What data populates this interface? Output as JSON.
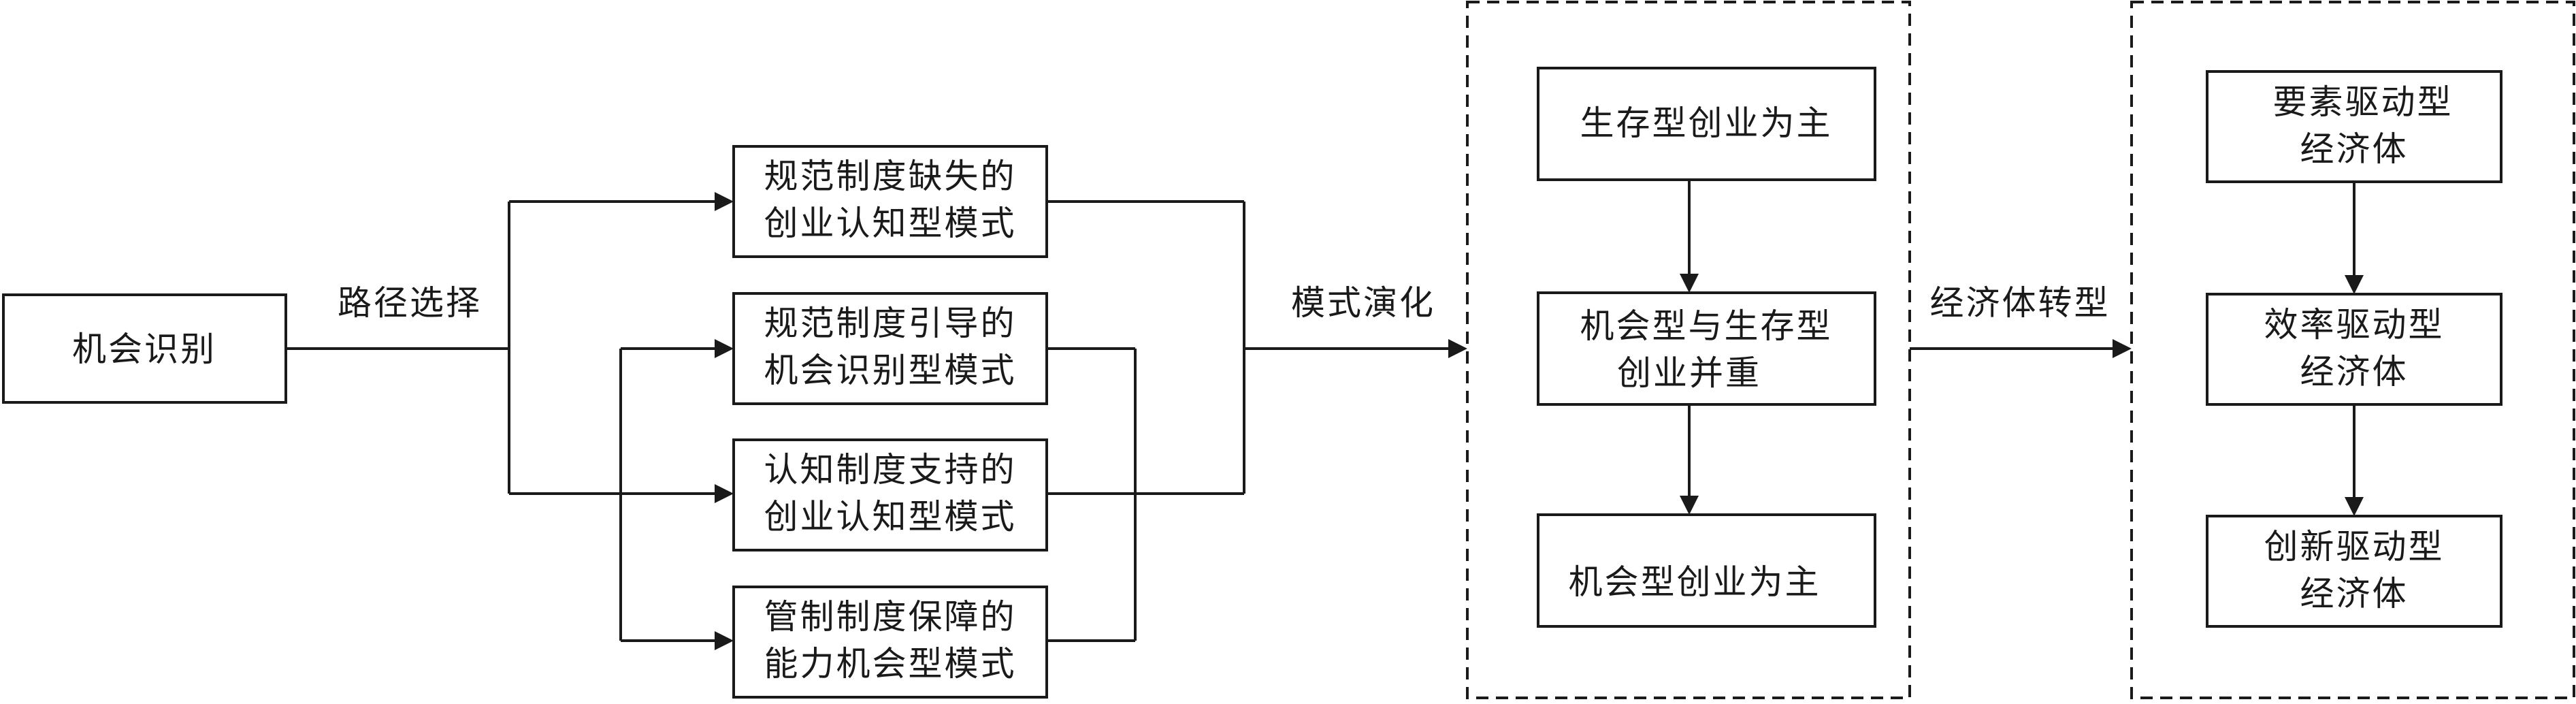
{
  "start": {
    "label": "机会识别"
  },
  "edge_labels": {
    "path_selection": "路径选择",
    "mode_evolution": "模式演化",
    "economy_transformation": "经济体转型"
  },
  "modes": [
    {
      "line1": "规范制度缺失的",
      "line2": "创业认知型模式"
    },
    {
      "line1": "规范制度引导的",
      "line2": "机会识别型模式"
    },
    {
      "line1": "认知制度支持的",
      "line2": "创业认知型模式"
    },
    {
      "line1": "管制制度保障的",
      "line2": "能力机会型模式"
    }
  ],
  "entrepreneurship_stages": [
    {
      "line1": "生存型创业为主",
      "line2": ""
    },
    {
      "line1": "机会型与生存型",
      "line2": "创业并重"
    },
    {
      "line1": "机会型创业为主",
      "line2": ""
    }
  ],
  "economy_stages": [
    {
      "line1": "要素驱动型",
      "line2": "经济体"
    },
    {
      "line1": "效率驱动型",
      "line2": "经济体"
    },
    {
      "line1": "创新驱动型",
      "line2": "经济体"
    }
  ]
}
